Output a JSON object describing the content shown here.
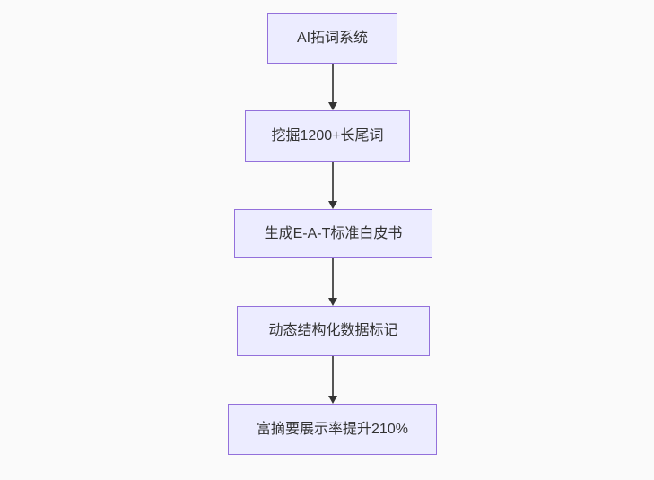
{
  "flowchart": {
    "type": "flowchart-top-down",
    "nodes": [
      {
        "label": "AI拓词系统"
      },
      {
        "label": "挖掘1200+长尾词"
      },
      {
        "label": "生成E-A-T标准白皮书"
      },
      {
        "label": "动态结构化数据标记"
      },
      {
        "label": "富摘要展示率提升210%"
      }
    ],
    "edges": [
      {
        "from": 0,
        "to": 1
      },
      {
        "from": 1,
        "to": 2
      },
      {
        "from": 2,
        "to": 3
      },
      {
        "from": 3,
        "to": 4
      }
    ],
    "colors": {
      "background": "#fafafa",
      "node_fill": "#ECECFF",
      "node_border": "#9370DB",
      "edge_line": "#555555",
      "arrowhead": "#333333",
      "text": "#333333"
    }
  }
}
